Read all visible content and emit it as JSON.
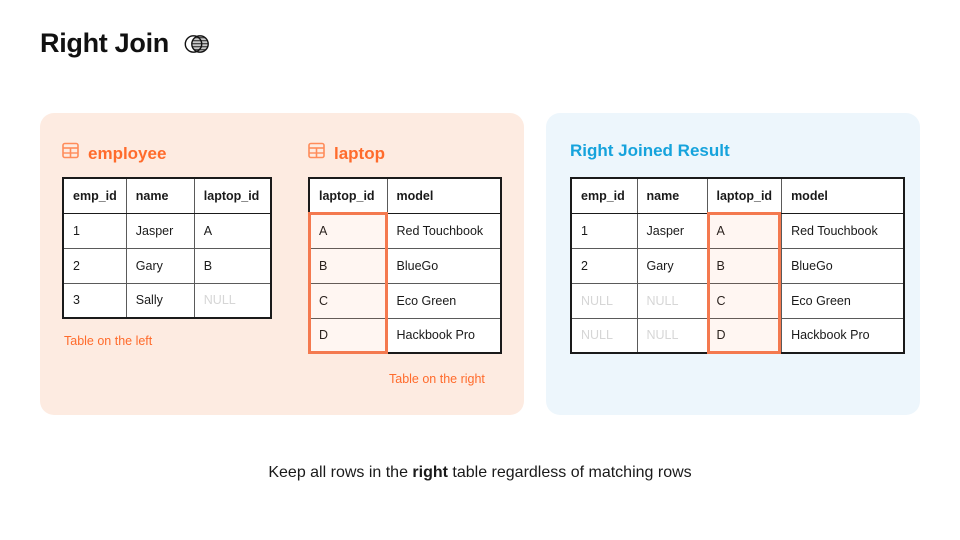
{
  "title": {
    "text": "Right Join",
    "icon": "venn-right-join-icon"
  },
  "left_panel": {
    "background_color": "#FDEBE1",
    "employee": {
      "icon": "table-icon",
      "label": "employee",
      "columns": [
        "emp_id",
        "name",
        "laptop_id"
      ],
      "rows": [
        [
          "1",
          "Jasper",
          "A"
        ],
        [
          "2",
          "Gary",
          "B"
        ],
        [
          "3",
          "Sally",
          "NULL"
        ]
      ],
      "caption": "Table on the left"
    },
    "laptop": {
      "icon": "table-icon",
      "label": "laptop",
      "columns": [
        "laptop_id",
        "model"
      ],
      "rows": [
        [
          "A",
          "Red Touchbook"
        ],
        [
          "B",
          "BlueGo"
        ],
        [
          "C",
          "Eco Green"
        ],
        [
          "D",
          "Hackbook Pro"
        ]
      ],
      "caption": "Table on the right",
      "highlight_column": "laptop_id"
    }
  },
  "right_panel": {
    "background_color": "#EDF6FC",
    "heading": "Right Joined Result",
    "heading_color": "#16A3DC",
    "columns": [
      "emp_id",
      "name",
      "laptop_id",
      "model"
    ],
    "rows": [
      [
        "1",
        "Jasper",
        "A",
        "Red Touchbook"
      ],
      [
        "2",
        "Gary",
        "B",
        "BlueGo"
      ],
      [
        "NULL",
        "NULL",
        "C",
        "Eco Green"
      ],
      [
        "NULL",
        "NULL",
        "D",
        "Hackbook Pro"
      ]
    ],
    "highlight_column": "laptop_id"
  },
  "footer": {
    "prefix": "Keep all rows in the ",
    "emphasis": "right",
    "suffix": " table regardless of matching rows"
  },
  "colors": {
    "accent_orange": "#FF6B2C",
    "highlight_border": "#F4794F",
    "accent_blue": "#16A3DC",
    "null_text": "#D6D6D6"
  }
}
